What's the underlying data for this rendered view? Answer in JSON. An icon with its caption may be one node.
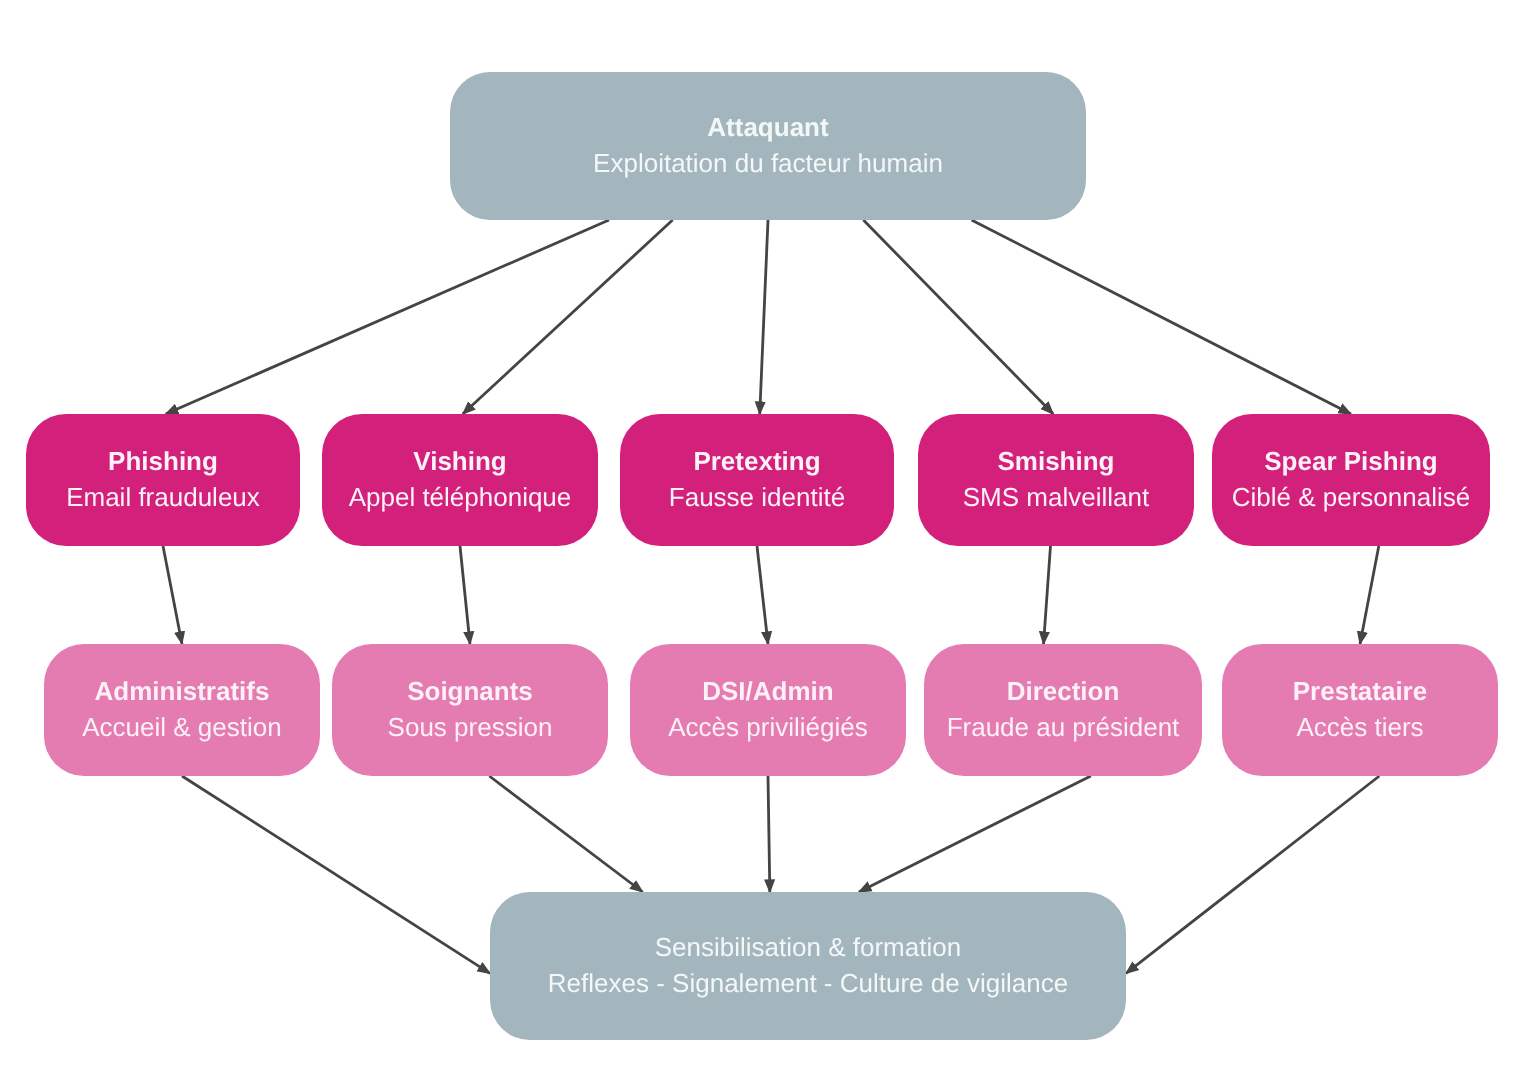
{
  "diagram": {
    "nodes": [
      {
        "text": [
          "Attaquant",
          "Exploitation du facteur humain"
        ]
      },
      {
        "text": [
          "Phishing",
          "Email frauduleux"
        ]
      },
      {
        "text": [
          "Vishing",
          "Appel téléphonique"
        ]
      },
      {
        "text": [
          "Pretexting",
          "Fausse identité"
        ]
      },
      {
        "text": [
          "Smishing",
          "SMS malveillant"
        ]
      },
      {
        "text": [
          "Spear Pishing",
          "Ciblé & personnalisé"
        ]
      },
      {
        "text": [
          "Administratifs",
          "Accueil & gestion"
        ]
      },
      {
        "text": [
          "Soignants",
          "Sous pression"
        ]
      },
      {
        "text": [
          "DSI/Admin",
          "Accès priviliégiés"
        ]
      },
      {
        "text": [
          "Direction",
          "Fraude au président"
        ]
      },
      {
        "text": [
          "Prestataire",
          "Accès tiers"
        ]
      },
      {
        "text": [
          "Sensibilisation & formation",
          "Reflexes - Signalement - Culture de vigilance"
        ]
      }
    ],
    "edges": [
      {
        "from": 0,
        "to": 1,
        "arrow": "to"
      },
      {
        "from": 0,
        "to": 2,
        "arrow": "to"
      },
      {
        "from": 0,
        "to": 3,
        "arrow": "to"
      },
      {
        "from": 0,
        "to": 4,
        "arrow": "to"
      },
      {
        "from": 0,
        "to": 5,
        "arrow": "to"
      },
      {
        "from": 1,
        "to": 6,
        "arrow": "to"
      },
      {
        "from": 2,
        "to": 7,
        "arrow": "to"
      },
      {
        "from": 3,
        "to": 8,
        "arrow": "to"
      },
      {
        "from": 4,
        "to": 9,
        "arrow": "to"
      },
      {
        "from": 5,
        "to": 10,
        "arrow": "to"
      },
      {
        "from": 6,
        "to": 11,
        "arrow": "to"
      },
      {
        "from": 7,
        "to": 11,
        "arrow": "to"
      },
      {
        "from": 8,
        "to": 11,
        "arrow": "to"
      },
      {
        "from": 9,
        "to": 11,
        "arrow": "to"
      },
      {
        "from": 10,
        "to": 11,
        "arrow": "to"
      }
    ]
  }
}
